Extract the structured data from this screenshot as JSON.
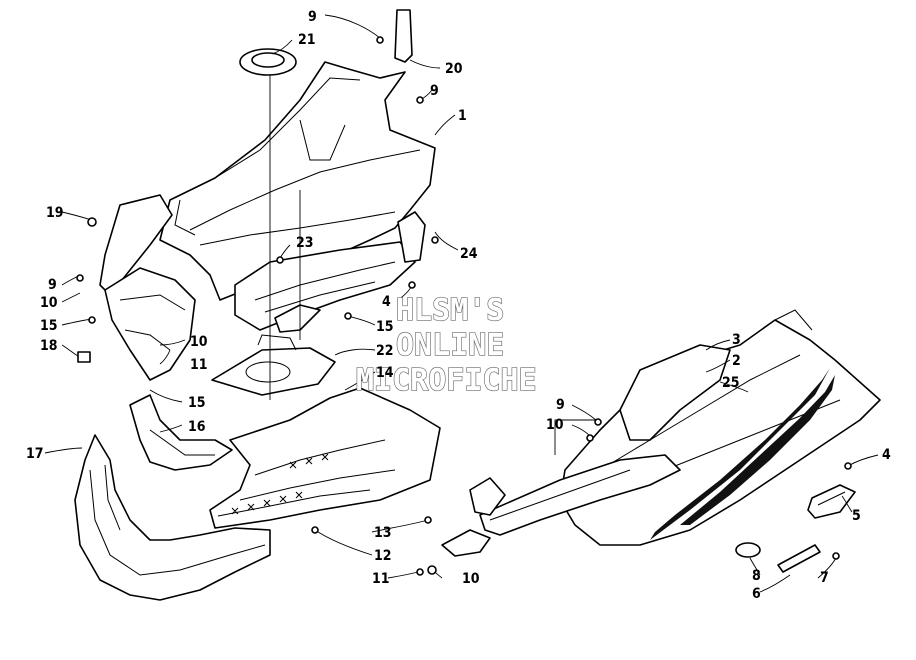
{
  "watermark": {
    "line1": "HLSM'S",
    "line2": "ONLINE",
    "line3": "MICROFICHE"
  },
  "callouts": [
    {
      "id": "c9a",
      "text": "9"
    },
    {
      "id": "c21",
      "text": "21"
    },
    {
      "id": "c20",
      "text": "20"
    },
    {
      "id": "c9b",
      "text": "9"
    },
    {
      "id": "c1",
      "text": "1"
    },
    {
      "id": "c19",
      "text": "19"
    },
    {
      "id": "c23",
      "text": "23"
    },
    {
      "id": "c24",
      "text": "24"
    },
    {
      "id": "c9c",
      "text": "9"
    },
    {
      "id": "c10a",
      "text": "10"
    },
    {
      "id": "c4a",
      "text": "4"
    },
    {
      "id": "c15a",
      "text": "15"
    },
    {
      "id": "c15b",
      "text": "15"
    },
    {
      "id": "c10b",
      "text": "10"
    },
    {
      "id": "c18",
      "text": "18"
    },
    {
      "id": "c11a",
      "text": "11"
    },
    {
      "id": "c22",
      "text": "22"
    },
    {
      "id": "c14",
      "text": "14"
    },
    {
      "id": "c3",
      "text": "3"
    },
    {
      "id": "c2",
      "text": "2"
    },
    {
      "id": "c25",
      "text": "25"
    },
    {
      "id": "c15c",
      "text": "15"
    },
    {
      "id": "c9d",
      "text": "9"
    },
    {
      "id": "c10c",
      "text": "10"
    },
    {
      "id": "c16",
      "text": "16"
    },
    {
      "id": "c17",
      "text": "17"
    },
    {
      "id": "c4b",
      "text": "4"
    },
    {
      "id": "c5",
      "text": "5"
    },
    {
      "id": "c13",
      "text": "13"
    },
    {
      "id": "c12",
      "text": "12"
    },
    {
      "id": "c11b",
      "text": "11"
    },
    {
      "id": "c10d",
      "text": "10"
    },
    {
      "id": "c8",
      "text": "8"
    },
    {
      "id": "c7",
      "text": "7"
    },
    {
      "id": "c6",
      "text": "6"
    }
  ]
}
